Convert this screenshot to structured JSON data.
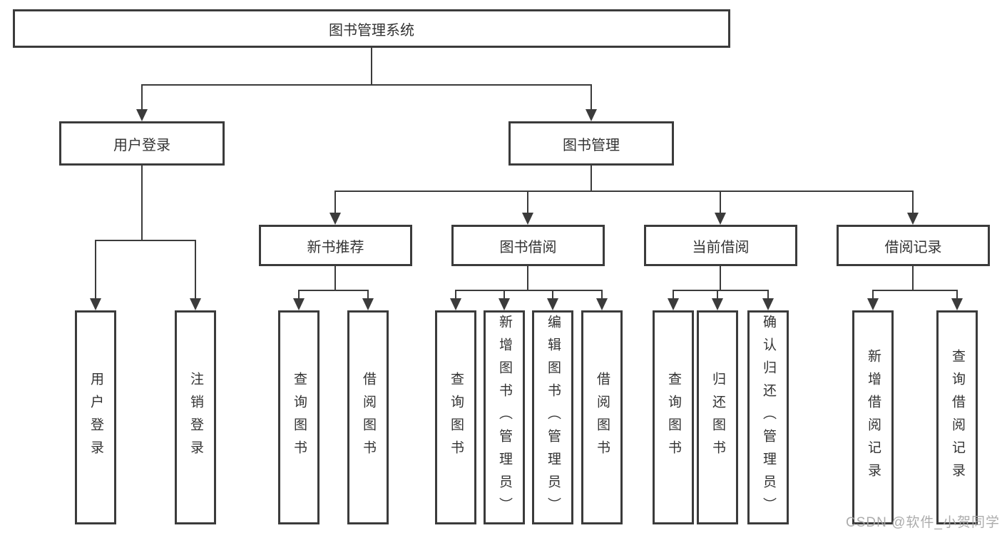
{
  "tree": {
    "root": {
      "label": "图书管理系统",
      "children": [
        {
          "label": "用户登录",
          "children": [
            {
              "label": "用户登录"
            },
            {
              "label": "注销登录"
            }
          ]
        },
        {
          "label": "图书管理",
          "children": [
            {
              "label": "新书推荐",
              "children": [
                {
                  "label": "查询图书"
                },
                {
                  "label": "借阅图书"
                }
              ]
            },
            {
              "label": "图书借阅",
              "children": [
                {
                  "label": "查询图书"
                },
                {
                  "label": "新增图书（管理员）"
                },
                {
                  "label": "编辑图书（管理员）"
                },
                {
                  "label": "借阅图书"
                }
              ]
            },
            {
              "label": "当前借阅",
              "children": [
                {
                  "label": "查询图书"
                },
                {
                  "label": "归还图书"
                },
                {
                  "label": "确认归还（管理员）"
                }
              ]
            },
            {
              "label": "借阅记录",
              "children": [
                {
                  "label": "新增借阅记录"
                },
                {
                  "label": "查询借阅记录"
                }
              ]
            }
          ]
        }
      ]
    }
  },
  "watermark": {
    "text": "CSDN @软件_小贺同学"
  },
  "colors": {
    "line": "#3b3b3b",
    "text": "#333333",
    "background": "#ffffff",
    "watermark": "#a6a6a6"
  }
}
